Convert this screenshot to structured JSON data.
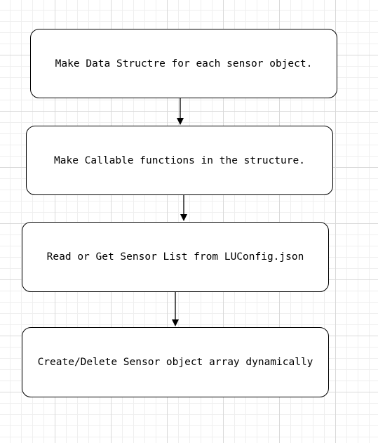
{
  "diagram": {
    "steps": [
      {
        "label": "Make Data Structre for each sensor object."
      },
      {
        "label": "Make Callable functions in the structure."
      },
      {
        "label": "Read or Get Sensor List from LUConfig.json"
      },
      {
        "label": "Create/Delete Sensor object array dynamically"
      }
    ],
    "colors": {
      "stroke": "#000000",
      "box_fill": "#ffffff",
      "grid_major": "#d9d9d9",
      "grid_minor": "#efefef"
    }
  }
}
